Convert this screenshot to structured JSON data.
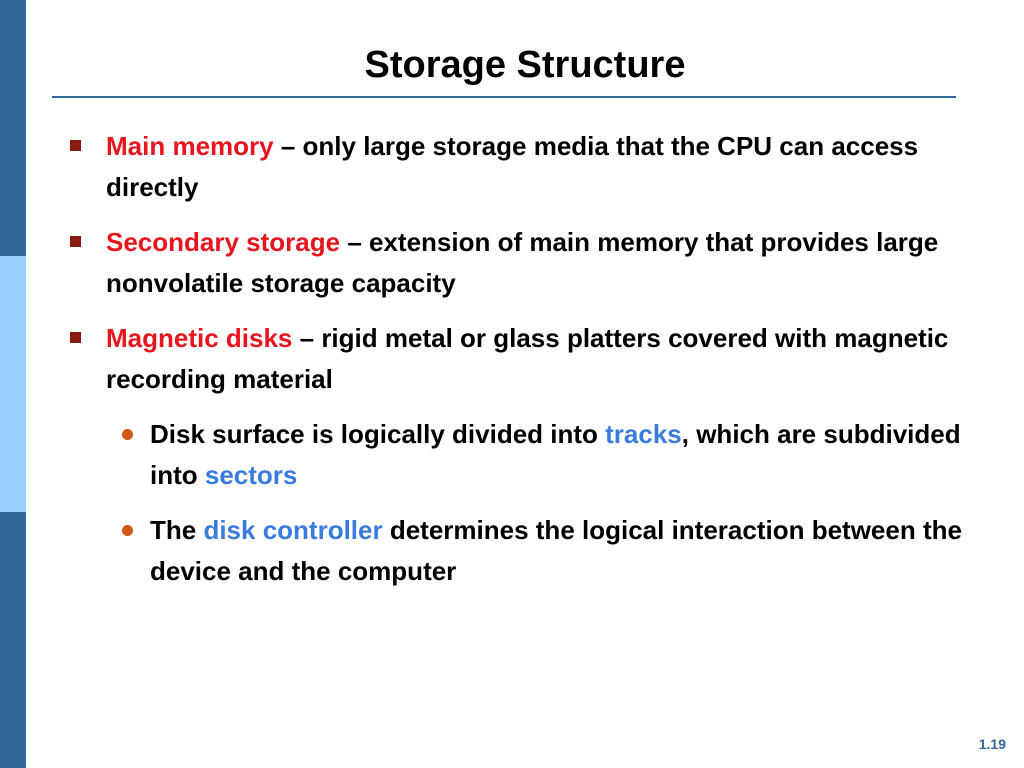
{
  "title": "Storage Structure",
  "colors": {
    "sidebar_dark": "#336699",
    "sidebar_light": "#99ccff",
    "title_rule": "#336699",
    "square_bullet": "#8b1a10",
    "dot_bullet": "#d05a10",
    "term_red": "#e8141e",
    "term_blue": "#3a7be0",
    "slide_number": "#336699"
  },
  "bullets": [
    {
      "term": "Main memory",
      "rest": " – only large storage media that the CPU can access directly"
    },
    {
      "term": "Secondary storage",
      "rest": " – extension of main memory that provides large nonvolatile storage capacity"
    },
    {
      "term": "Magnetic disks",
      "rest": " – rigid metal or glass platters covered with magnetic recording material",
      "sub": [
        {
          "pre": "Disk surface is logically divided into ",
          "term1": "tracks",
          "mid": ", which are subdivided into ",
          "term2": "sectors"
        },
        {
          "pre": "The ",
          "term": "disk controller",
          "rest": " determines the logical interaction between the device and the computer"
        }
      ]
    }
  ],
  "slide_number": "1.19"
}
